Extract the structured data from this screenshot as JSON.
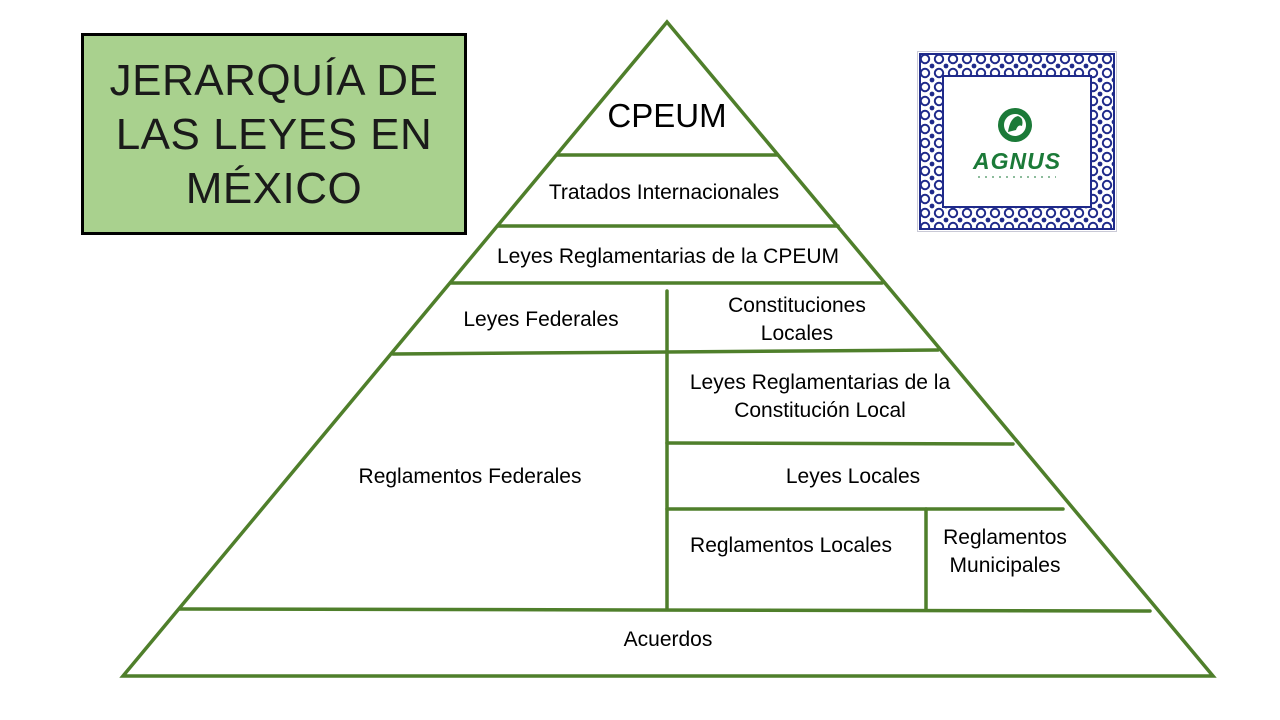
{
  "title": "JERARQUÍA DE\nLAS LEYES EN\nMÉXICO",
  "colors": {
    "title_bg": "#a9d18e",
    "pyramid_line": "#4f7f2b",
    "logo_blue": "#1f2a8a",
    "logo_green": "#1b7a38"
  },
  "levels": {
    "cpeum": "CPEUM",
    "tratados": "Tratados Internacionales",
    "leyes_reglamentarias_cpeum": "Leyes Reglamentarias de la CPEUM",
    "leyes_federales": "Leyes Federales",
    "constituciones_locales": "Constituciones\nLocales",
    "reglamentos_federales": "Reglamentos Federales",
    "leyes_reglamentarias_locales": "Leyes Reglamentarias de la\nConstitución Local",
    "leyes_locales": "Leyes Locales",
    "reglamentos_locales": "Reglamentos Locales",
    "reglamentos_municipales": "Reglamentos\nMunicipales",
    "acuerdos": "Acuerdos"
  },
  "logo": {
    "icon": "agnus-logo-icon",
    "wordmark": "AGNUS"
  }
}
